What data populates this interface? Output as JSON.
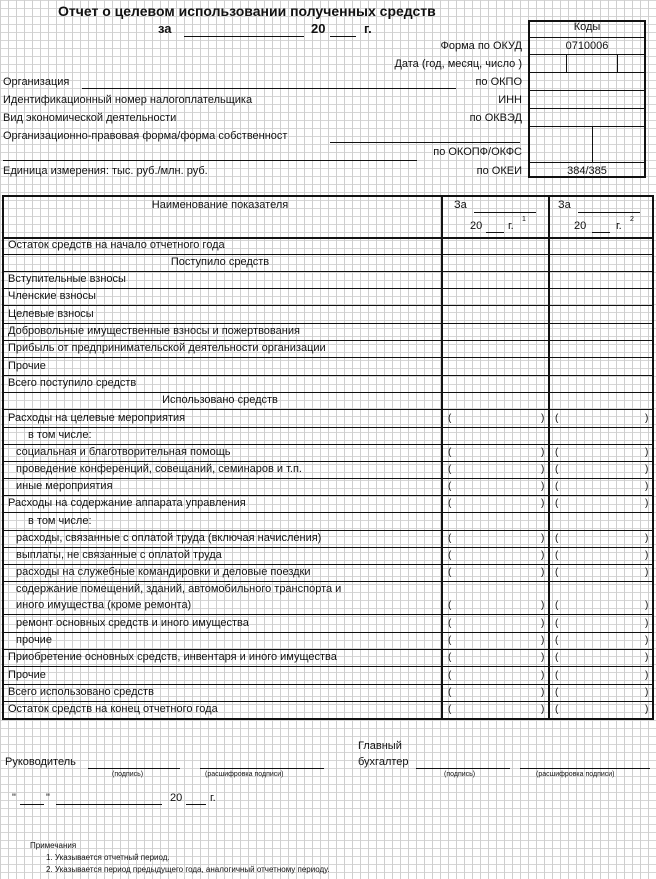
{
  "header": {
    "title": "Отчет о целевом использовании полученных средств",
    "za": "за",
    "year_prefix": "20",
    "year_suffix": "г."
  },
  "codes": {
    "heading": "Коды",
    "form_label": "Форма по ОКУД",
    "form_code": "0710006",
    "date_label": "Дата (год, месяц, число )",
    "okpo_label": "по ОКПО",
    "inn_label": "ИНН",
    "okved_label": "по ОКВЭД",
    "okopf_label": "по ОКОПФ/ОКФС",
    "okei_label": "по ОКЕИ",
    "okei_code": "384/385"
  },
  "org": {
    "organization": "Организация",
    "inn": "Идентификационный номер налогоплательщика",
    "activity": "Вид экономической деятельности",
    "form": "Организационно-правовая форма/форма собственност",
    "unit": "Единица измерения: тыс. руб./млн. руб."
  },
  "table": {
    "col_name": "Наименование показателя",
    "col1_za": "За",
    "col1_year": "20",
    "col1_g": "г.",
    "col1_note": "1",
    "col2_za": "За",
    "col2_year": "20",
    "col2_g": "г.",
    "col2_note": "2",
    "rows": [
      "Остаток средств на начало отчетного года",
      "Поступило средств",
      "Вступительные взносы",
      "Членские взносы",
      "Целевые взносы",
      "Добровольные имущественные взносы и пожертвования",
      "Прибыль от предпринимательской деятельности организации",
      "Прочие",
      "Всего поступило средств",
      "Использовано средств",
      "Расходы на целевые мероприятия",
      "в том числе:",
      "социальная и благотворительная помощь",
      "проведение конференций, совещаний, семинаров и т.п.",
      "иные мероприятия",
      "Расходы на содержание аппарата управления",
      "в том числе:",
      "расходы, связанные с оплатой труда (включая начисления)",
      "выплаты, не связанные с оплатой труда",
      "расходы на служебные командировки и деловые поездки",
      "содержание помещений, зданий, автомобильного транспорта и",
      "иного имущества (кроме ремонта)",
      "ремонт основных средств и иного имущества",
      "прочие",
      "Приобретение основных средств, инвентаря и иного имущества",
      "Прочие",
      "Всего использовано средств",
      "Остаток средств на конец отчетного года"
    ]
  },
  "footer": {
    "head": "Руководитель",
    "sign": "(подпись)",
    "decode": "(расшифровка подписи)",
    "chief1": "Главный",
    "chief2": "бухгалтер",
    "quote_open": "\"",
    "quote_close": "\"",
    "year_prefix": "20",
    "year_suffix": "г.",
    "notes_title": "Примечания",
    "note1": "1. Указывается отчетный период.",
    "note2": "2. Указывается период предыдущего года, аналогичный отчетному периоду."
  }
}
